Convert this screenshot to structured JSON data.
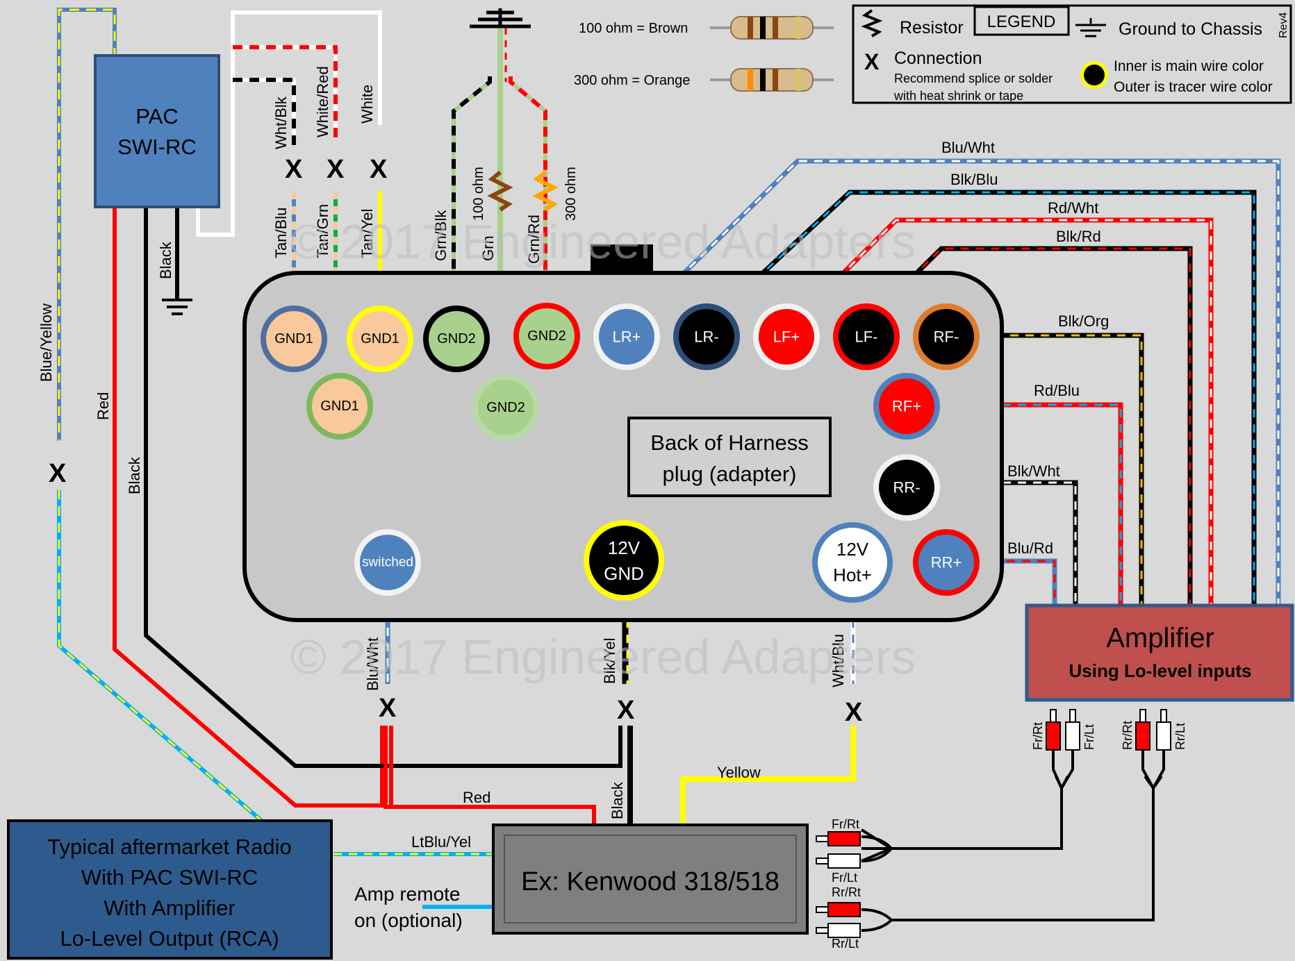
{
  "legend": {
    "title": "LEGEND",
    "resistor": "Resistor",
    "ground": "Ground to Chassis",
    "rev": "Rev4",
    "connection_symbol": "X",
    "connection": "Connection",
    "connection_note_1": "Recommend splice or solder",
    "connection_note_2": "with heat shrink or tape",
    "wire_note_1": "Inner is main wire color",
    "wire_note_2": "Outer is tracer wire color",
    "ohm100": "100 ohm = Brown",
    "ohm300": "300 ohm = Orange"
  },
  "pac": {
    "line1": "PAC",
    "line2": "SWI-RC"
  },
  "harness_label": {
    "line1": "Back of Harness",
    "line2": "plug (adapter)"
  },
  "amplifier": {
    "title": "Amplifier",
    "subtitle": "Using Lo-level inputs"
  },
  "radio_box": {
    "line1": "Typical aftermarket Radio",
    "line2": "With PAC SWI-RC",
    "line3": "With Amplifier",
    "line4": "Lo-Level Output (RCA)"
  },
  "kenwood": "Ex: Kenwood 318/518",
  "amp_remote": {
    "line1": "Amp remote",
    "line2": "on (optional)"
  },
  "watermark": "© 2017 Engineered Adapters",
  "terminals": {
    "gnd1a": "GND1",
    "gnd1b": "GND1",
    "gnd1c": "GND1",
    "gnd2a": "GND2",
    "gnd2b": "GND2",
    "gnd2c": "GND2",
    "lrp": "LR+",
    "lrm": "LR-",
    "lfp": "LF+",
    "lfm": "LF-",
    "rfm": "RF-",
    "rfp": "RF+",
    "rrm": "RR-",
    "rrp": "RR+",
    "switched": "switched",
    "gnd12_1": "12V",
    "gnd12_2": "GND",
    "hot_1": "12V",
    "hot_2": "Hot+"
  },
  "wires": {
    "wht_blk": "Wht/Blk",
    "white_red": "White/Red",
    "white": "White",
    "tan_blu": "Tan/Blu",
    "tan_grn": "Tan/Grn",
    "tan_yel": "Tan/Yel",
    "grn_blk": "Grn/Blk",
    "grn": "Grn",
    "grn_rd": "Grn/Rd",
    "ohm100": "100 ohm",
    "ohm300": "300 ohm",
    "black_pac": "Black",
    "blue_yellow": "Blue/Yellow",
    "red": "Red",
    "black": "Black",
    "blu_wht_top": "Blu/Wht",
    "blk_blu": "Blk/Blu",
    "rd_wht": "Rd/Wht",
    "blk_rd": "Blk/Rd",
    "blk_org": "Blk/Org",
    "rd_blu": "Rd/Blu",
    "blk_wht": "Blk/Wht",
    "blu_rd": "Blu/Rd",
    "blu_wht": "Blu/Wht",
    "blk_yel": "Blk/Yel",
    "wht_blu": "Wht/Blu",
    "yellow": "Yellow",
    "red_bottom": "Red",
    "black_bottom": "Black",
    "ltblu_yel": "LtBlu/Yel"
  },
  "rca": {
    "fr_rt": "Fr/Rt",
    "fr_lt": "Fr/Lt",
    "rr_rt": "Rr/Rt",
    "rr_lt": "Rr/Lt",
    "k_fr_rt": "Fr/Rt",
    "k_fr_lt": "Fr/Lt",
    "k_rr_rt": "Rr/Rt",
    "k_rr_lt": "Rr/Lt"
  },
  "connection_marks": {
    "x": "X"
  },
  "colors": {
    "background": "#d9d9d9",
    "harness": "#c8c8c8",
    "pac": "#4f81bd",
    "amplifier": "#c0504d",
    "radio_box": "#2e5b8e",
    "kenwood": "#7f7f7f",
    "red": "#ff0000",
    "blue": "#4f81bd",
    "yellow": "#ffff00",
    "lightblue": "#00b0f0",
    "tan": "#f9c89b",
    "green": "#a9d18e",
    "orange": "#ffc000"
  }
}
